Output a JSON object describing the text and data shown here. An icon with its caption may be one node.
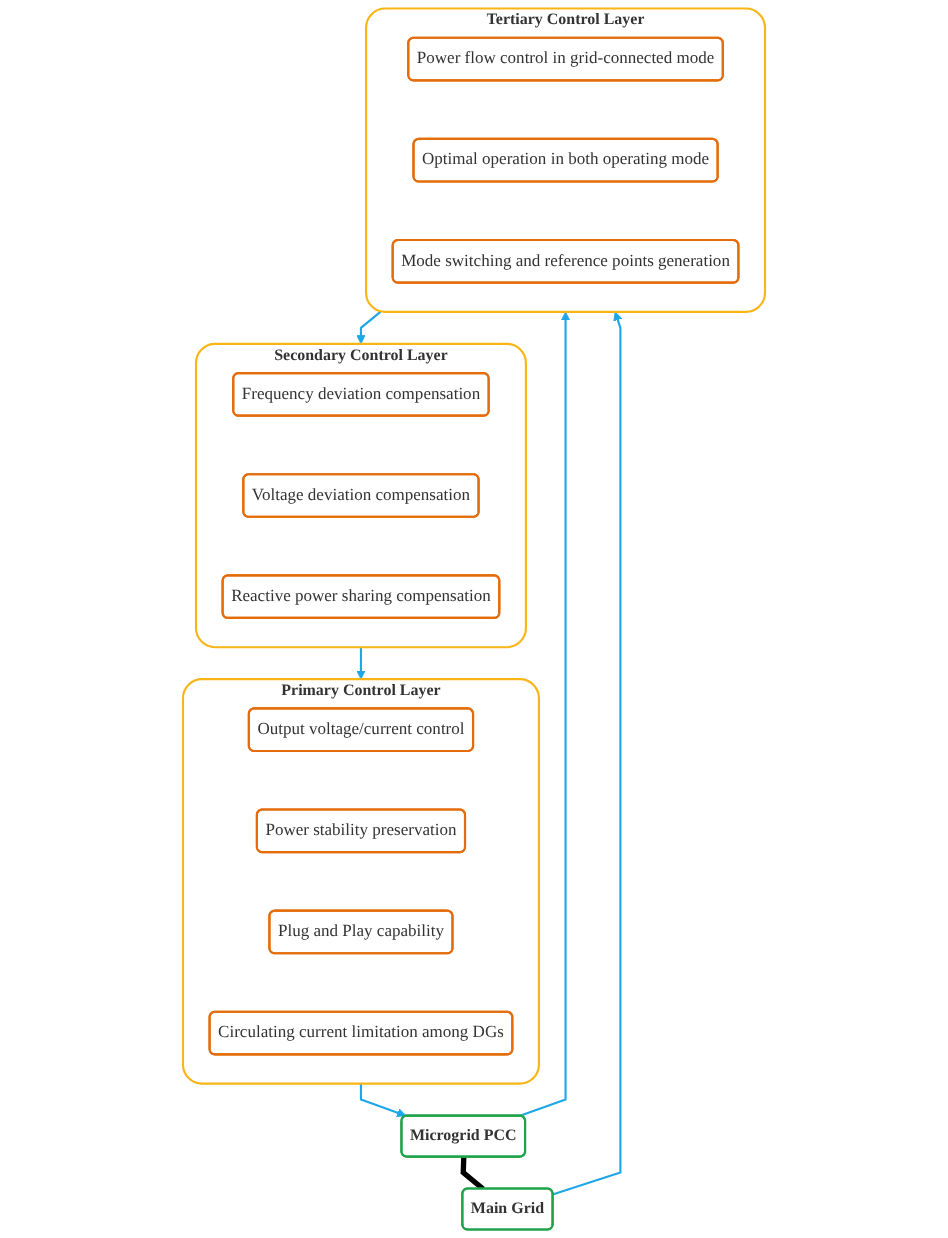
{
  "diagram": {
    "nodes": [
      {
        "text": [
          "Tertiary Control Layer"
        ]
      },
      {
        "text": [
          "Power flow control in grid-connected mode"
        ],
        "in": 0
      },
      {
        "text": [
          "Optimal operation in both operating mode"
        ],
        "in": 0
      },
      {
        "text": [
          "Mode switching and reference points generation"
        ],
        "in": 0
      },
      {
        "text": [
          "Secondary Control Layer"
        ]
      },
      {
        "text": [
          "Frequency deviation compensation"
        ],
        "in": 4
      },
      {
        "text": [
          "Voltage deviation compensation"
        ],
        "in": 4
      },
      {
        "text": [
          "Reactive power sharing compensation"
        ],
        "in": 4
      },
      {
        "text": [
          "Primary Control Layer"
        ]
      },
      {
        "text": [
          "Output voltage/current control"
        ],
        "in": 8
      },
      {
        "text": [
          "Power stability preservation"
        ],
        "in": 8
      },
      {
        "text": [
          "Plug and Play capability"
        ],
        "in": 8
      },
      {
        "text": [
          "Circulating current limitation among DGs"
        ],
        "in": 8
      },
      {
        "text": [
          "Microgrid PCC"
        ]
      },
      {
        "text": [
          "Main Grid"
        ]
      }
    ],
    "edges": [
      {
        "from": 0,
        "to": 4,
        "arrow": "to"
      },
      {
        "from": 4,
        "to": 8,
        "arrow": "to"
      },
      {
        "from": 8,
        "to": 13,
        "arrow": "to"
      },
      {
        "from": 13,
        "to": 0,
        "arrow": "to"
      },
      {
        "from": 14,
        "to": 0,
        "arrow": "to"
      },
      {
        "from": 13,
        "to": 14,
        "arrow": "none",
        "style": "thick",
        "color": "#000000"
      }
    ]
  }
}
